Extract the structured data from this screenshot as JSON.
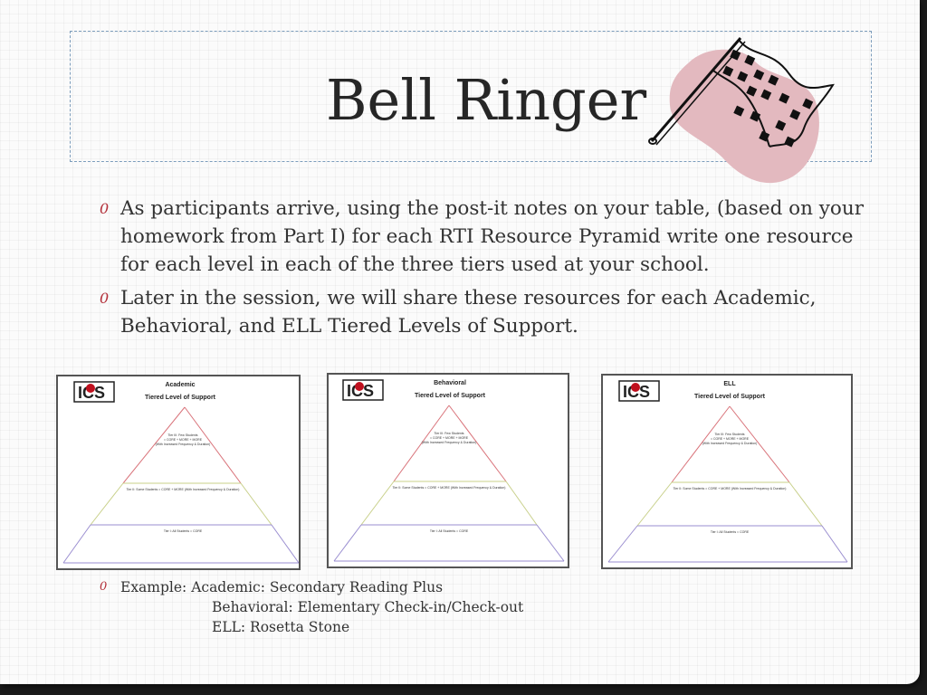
{
  "slide": {
    "title": "Bell Ringer",
    "bullets": [
      "As participants arrive, using the post-it notes on your table, (based on your homework from Part I) for each RTI Resource Pyramid write one resource for each level in each of the  three tiers used at your school.",
      "Later in the session, we will share these resources for each Academic, Behavioral, and ELL Tiered Levels of Support."
    ],
    "bullet_marker": "0",
    "pyramids": [
      {
        "heading": "Academic",
        "subheading": "Tiered Level of Support",
        "logo": "ICS",
        "tier3": "Tier III: Few Students",
        "tier3_b": "= CORE + MORE + MORE",
        "tier3_c": "(With Increased Frequency & Duration)",
        "tier2": "Tier II: Some Students = CORE + MORE (With Increased Frequency & Duration)",
        "tier1": "Tier I: All Students = CORE"
      },
      {
        "heading": "Behavioral",
        "subheading": "Tiered Level of Support",
        "logo": "ICS",
        "tier3": "Tier III: Few Students",
        "tier3_b": "= CORE + MORE + MORE",
        "tier3_c": "(With Increased Frequency & Duration)",
        "tier2": "Tier II: Some Students = CORE + MORE (With Increased Frequency & Duration)",
        "tier1": "Tier I: All Students = CORE"
      },
      {
        "heading": "ELL",
        "subheading": "Tiered Level of Support",
        "logo": "ICS",
        "tier3": "Tier III: Few Students",
        "tier3_b": "= CORE + MORE + MORE",
        "tier3_c": "(With Increased Frequency & Duration)",
        "tier2": "Tier II: Some Students = CORE + MORE (With Increased Frequency & Duration)",
        "tier1": "Tier I: All Students = CORE"
      }
    ],
    "example": {
      "line1": "Example: Academic: Secondary Reading Plus",
      "line2": "Behavioral: Elementary Check-in/Check-out",
      "line3": "ELL: Rosetta Stone"
    }
  },
  "colors": {
    "bullet_marker": "#b3303a",
    "title_border": "#7c9dbc",
    "tier3_line": "#d9737a",
    "tier2_line": "#c8d08a",
    "tier1_line": "#9a8ed0",
    "flag_blob": "#e3b9bf"
  },
  "icons": {
    "flag": "checkered-flag-icon",
    "logo": "apple-logo-icon"
  }
}
